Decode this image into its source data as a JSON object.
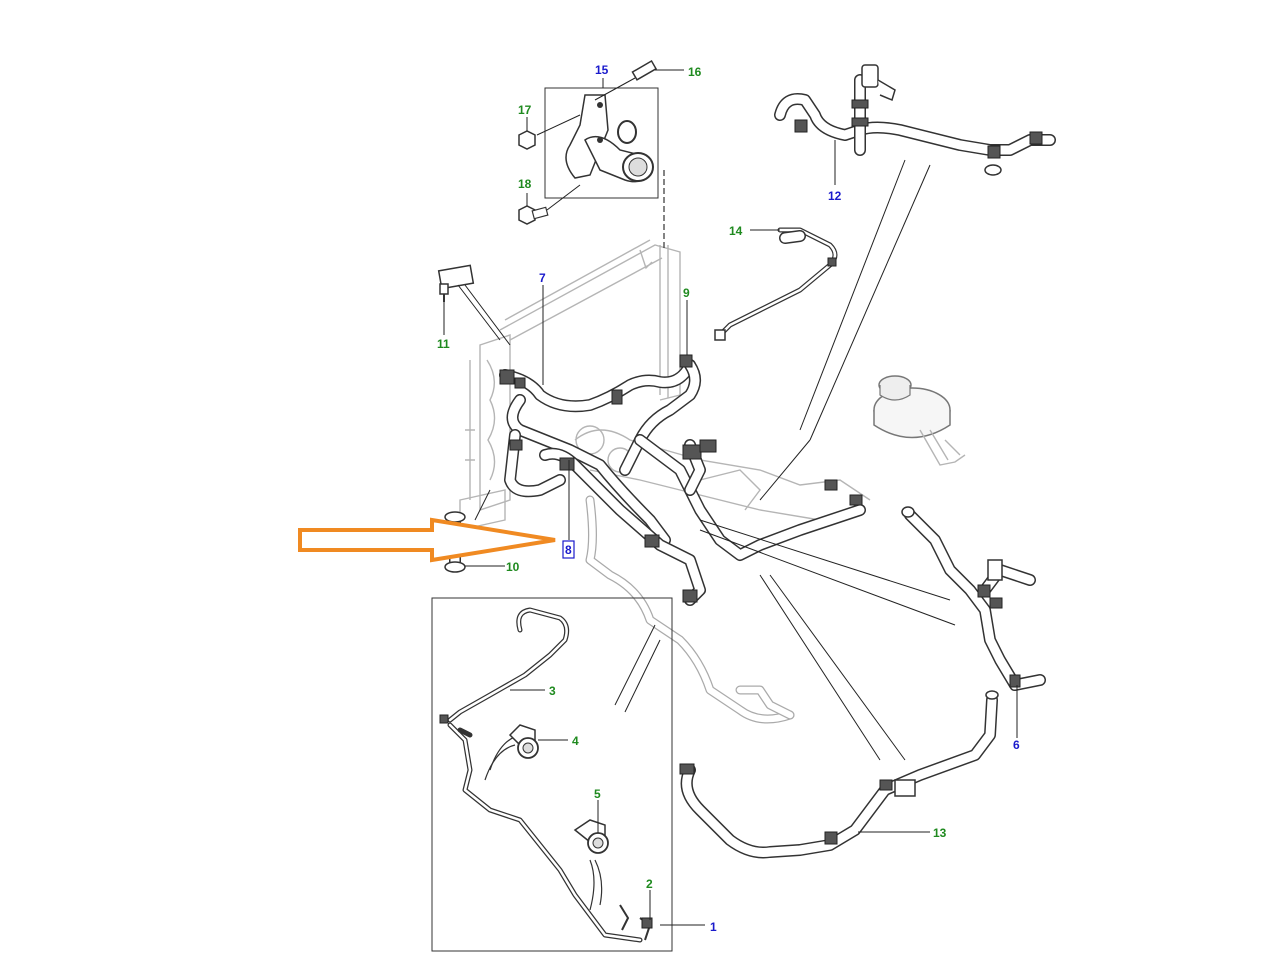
{
  "colors": {
    "label_blue": "#1a1acc",
    "label_green": "#1f8a1f",
    "arrow_orange": "#f08a22",
    "line": "#333333",
    "ghost": "#b5b5b5"
  },
  "callouts": [
    {
      "id": "c1",
      "text": "1",
      "color": "blue"
    },
    {
      "id": "c2",
      "text": "2",
      "color": "green"
    },
    {
      "id": "c3",
      "text": "3",
      "color": "green"
    },
    {
      "id": "c4",
      "text": "4",
      "color": "green"
    },
    {
      "id": "c5",
      "text": "5",
      "color": "green"
    },
    {
      "id": "c6",
      "text": "6",
      "color": "blue"
    },
    {
      "id": "c7",
      "text": "7",
      "color": "blue"
    },
    {
      "id": "c8",
      "text": "8",
      "color": "blue",
      "highlighted": true
    },
    {
      "id": "c9",
      "text": "9",
      "color": "green"
    },
    {
      "id": "c10",
      "text": "10",
      "color": "green"
    },
    {
      "id": "c11",
      "text": "11",
      "color": "green"
    },
    {
      "id": "c12",
      "text": "12",
      "color": "blue"
    },
    {
      "id": "c13",
      "text": "13",
      "color": "green"
    },
    {
      "id": "c14",
      "text": "14",
      "color": "green"
    },
    {
      "id": "c15",
      "text": "15",
      "color": "blue"
    },
    {
      "id": "c16",
      "text": "16",
      "color": "green"
    },
    {
      "id": "c17",
      "text": "17",
      "color": "green"
    },
    {
      "id": "c18",
      "text": "18",
      "color": "green"
    }
  ],
  "pointer_arrow": {
    "icon": "arrow-right-icon",
    "target": "8"
  }
}
